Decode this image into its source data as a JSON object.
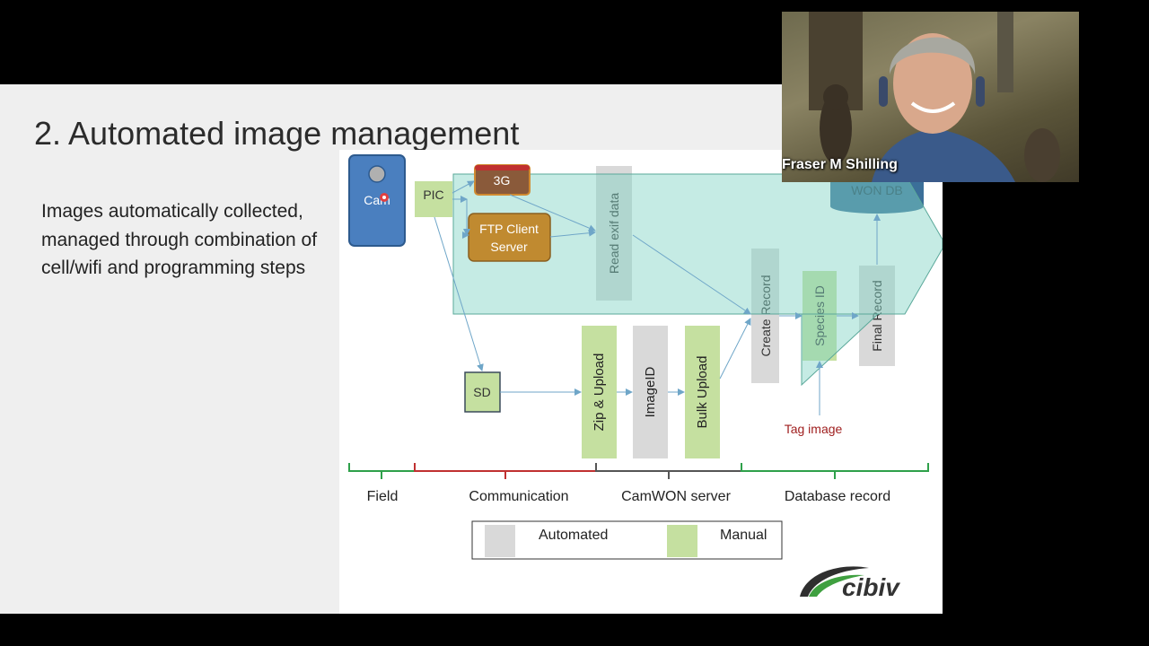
{
  "slide": {
    "title": "2. Automated image management",
    "bullet": "Images automatically collected, managed through combination of cell/wifi and programming steps"
  },
  "diagram": {
    "nodes": {
      "cam": "Cam",
      "pic": "PIC",
      "three_g": "3G",
      "ftp_line1": "FTP Client",
      "ftp_line2": "Server",
      "read_exif": "Read exif data",
      "won_db": "WON DB",
      "create_record": "Create Record",
      "species_id": "Species ID",
      "final_record": "Final Record",
      "sd": "SD",
      "zip_upload": "Zip & Upload",
      "image_id": "ImageID",
      "bulk_upload": "Bulk Upload",
      "tag_image": "Tag image"
    },
    "phases": [
      "Field",
      "Communication",
      "CamWON server",
      "Database record"
    ],
    "legend": {
      "automated": "Automated",
      "manual": "Manual"
    },
    "logo": "cibiv"
  },
  "video": {
    "participant_name": "Fraser M Shilling"
  },
  "colors": {
    "manual": "#c5e0a0",
    "automated": "#d9d9d9",
    "cam_blue": "#4a7fbf",
    "ftp_orange": "#c08a30",
    "overlay_teal": "#7fd3c3",
    "phase_green": "#2ea04a",
    "phase_red": "#c03030",
    "phase_dark": "#555555",
    "tag_red": "#a02020"
  }
}
